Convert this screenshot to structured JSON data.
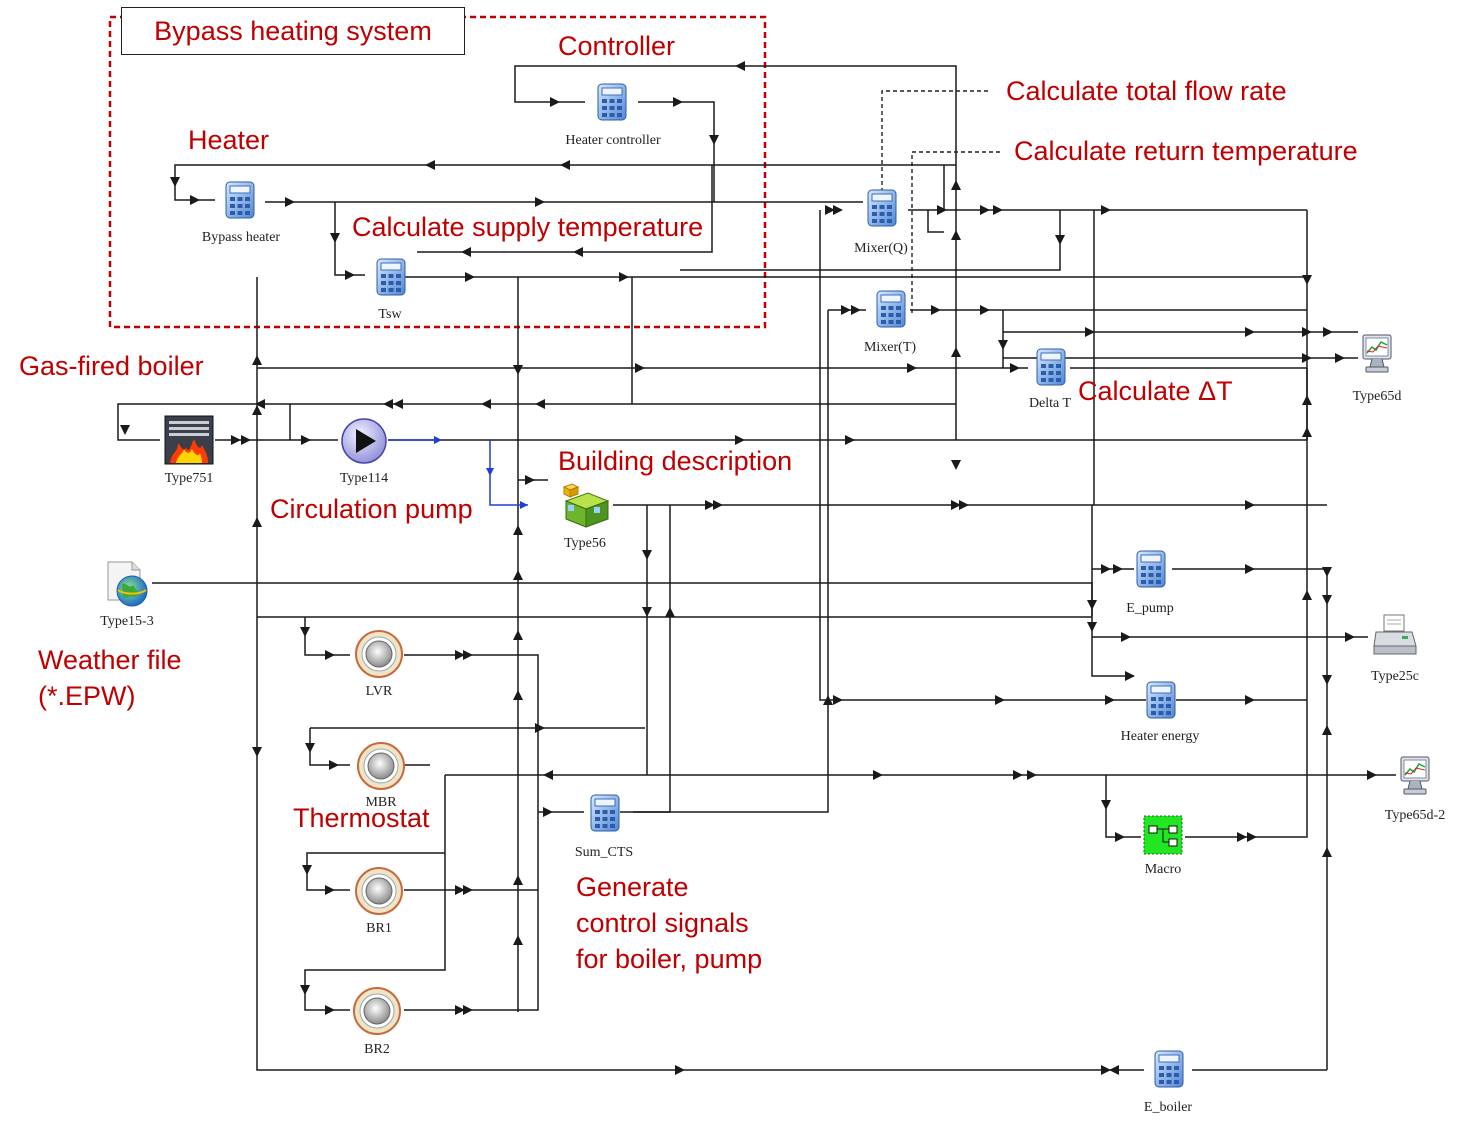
{
  "diagram": {
    "title": "Bypass heating system",
    "annotations": {
      "controller": "Controller",
      "heater": "Heater",
      "calc_supply_temp": "Calculate supply temperature",
      "calc_total_flow": "Calculate total flow rate",
      "calc_return_temp": "Calculate return temperature",
      "gas_boiler": "Gas-fired boiler",
      "calc_delta_t": "Calculate ΔT",
      "building_desc": "Building description",
      "circulation_pump": "Circulation pump",
      "weather_file_1": "Weather file",
      "weather_file_2": "(*.EPW)",
      "thermostat": "Thermostat",
      "gen_control_1": "Generate",
      "gen_control_2": "control signals",
      "gen_control_3": "for boiler, pump"
    },
    "components": {
      "heater_controller": "Heater controller",
      "bypass_heater": "Bypass heater",
      "tsw": "Tsw",
      "mixer_q": "Mixer(Q)",
      "mixer_t": "Mixer(T)",
      "delta_t": "Delta T",
      "type65d": "Type65d",
      "type751": "Type751",
      "type114": "Type114",
      "type56": "Type56",
      "type15_3": "Type15-3",
      "e_pump": "E_pump",
      "type25c": "Type25c",
      "lvr": "LVR",
      "heater_energy": "Heater energy",
      "mbr": "MBR",
      "type65d_2": "Type65d-2",
      "sum_cts": "Sum_CTS",
      "macro": "Macro",
      "br1": "BR1",
      "br2": "BR2",
      "e_boiler": "E_boiler"
    },
    "colors": {
      "annotation": "#c00000",
      "link": "#1a1a1a",
      "pump_link": "#1f3fd6",
      "macro_fill": "#22e622"
    }
  }
}
